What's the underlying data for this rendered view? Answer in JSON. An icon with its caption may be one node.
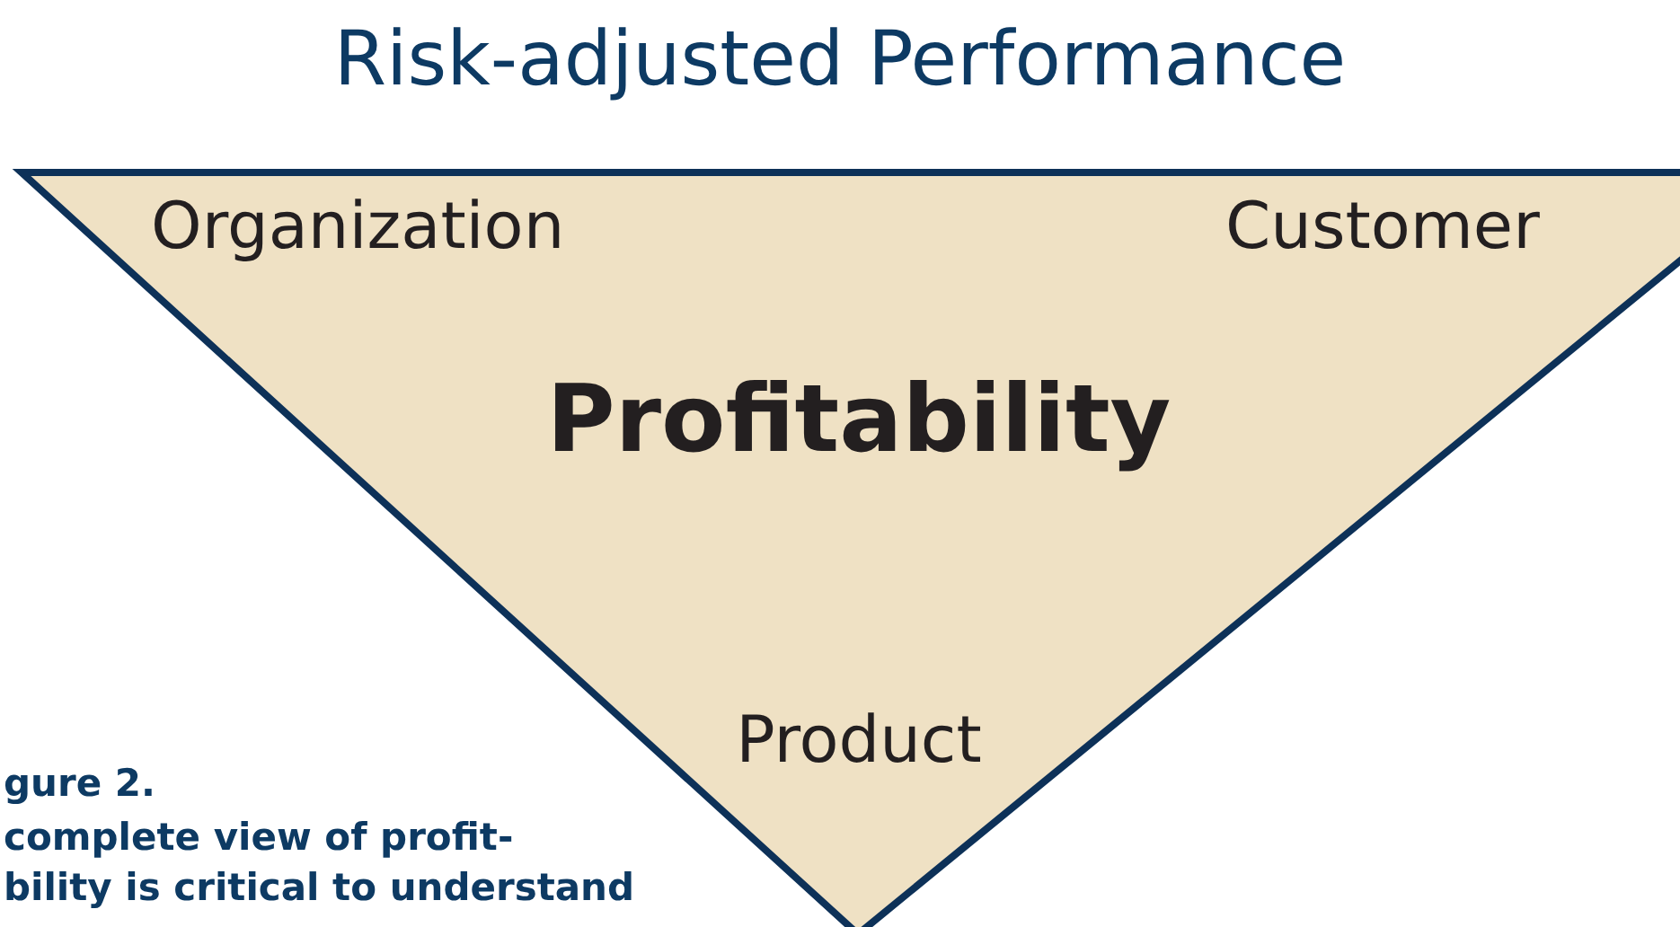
{
  "diagram": {
    "title": "Risk-adjusted Performance",
    "nodes": [
      {
        "text": [
          "Organization",
          "Customer",
          "Profitability",
          "Product"
        ]
      }
    ],
    "edges": [],
    "labels": [
      "gure 2.",
      "complete view of profit- bility is critical to understand"
    ]
  }
}
